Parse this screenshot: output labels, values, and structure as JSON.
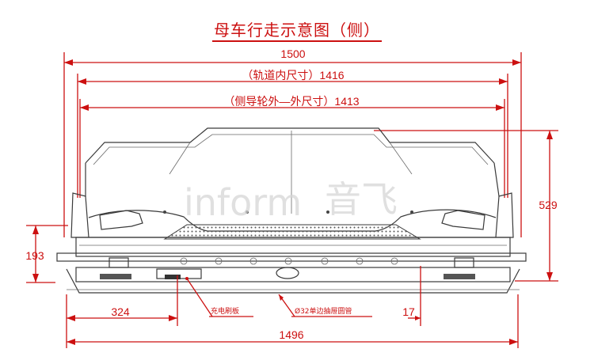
{
  "title": "母车行走示意图（侧）",
  "dimensions": {
    "total_width": "1500",
    "track_inner": "（轨道内尺寸）1416",
    "guide_wheel_outer": "（侧导轮外—外尺寸）1413",
    "height": "529",
    "left_height": "193",
    "left_offset": "324",
    "right_offset": "17",
    "bottom_width": "1496"
  },
  "callouts": {
    "charging_plate": "充电刷板",
    "pipe": "Ø32单边抽屉圆管"
  },
  "watermark": {
    "brand": "inform",
    "brand_cn": "音飞"
  },
  "colors": {
    "dimension": "#cc1010",
    "outline": "#3a3a3a"
  }
}
